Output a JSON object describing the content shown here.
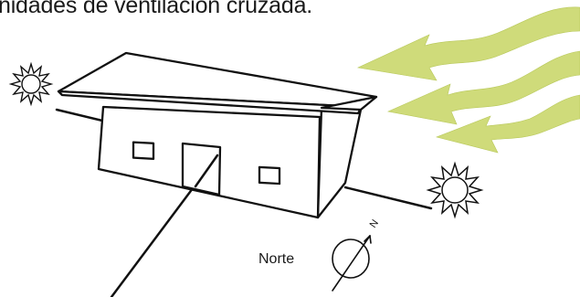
{
  "heading": "nidades de ventilación cruzada.",
  "compass": {
    "label": "Norte",
    "needle_letter": "N"
  },
  "icons": {
    "sun_left": "sun-icon",
    "sun_right": "sun-icon",
    "wind": "wind-arrow-icon",
    "compass": "compass-icon"
  },
  "colors": {
    "wind": "#cfdb7a",
    "line": "#111111",
    "background": "#ffffff"
  }
}
